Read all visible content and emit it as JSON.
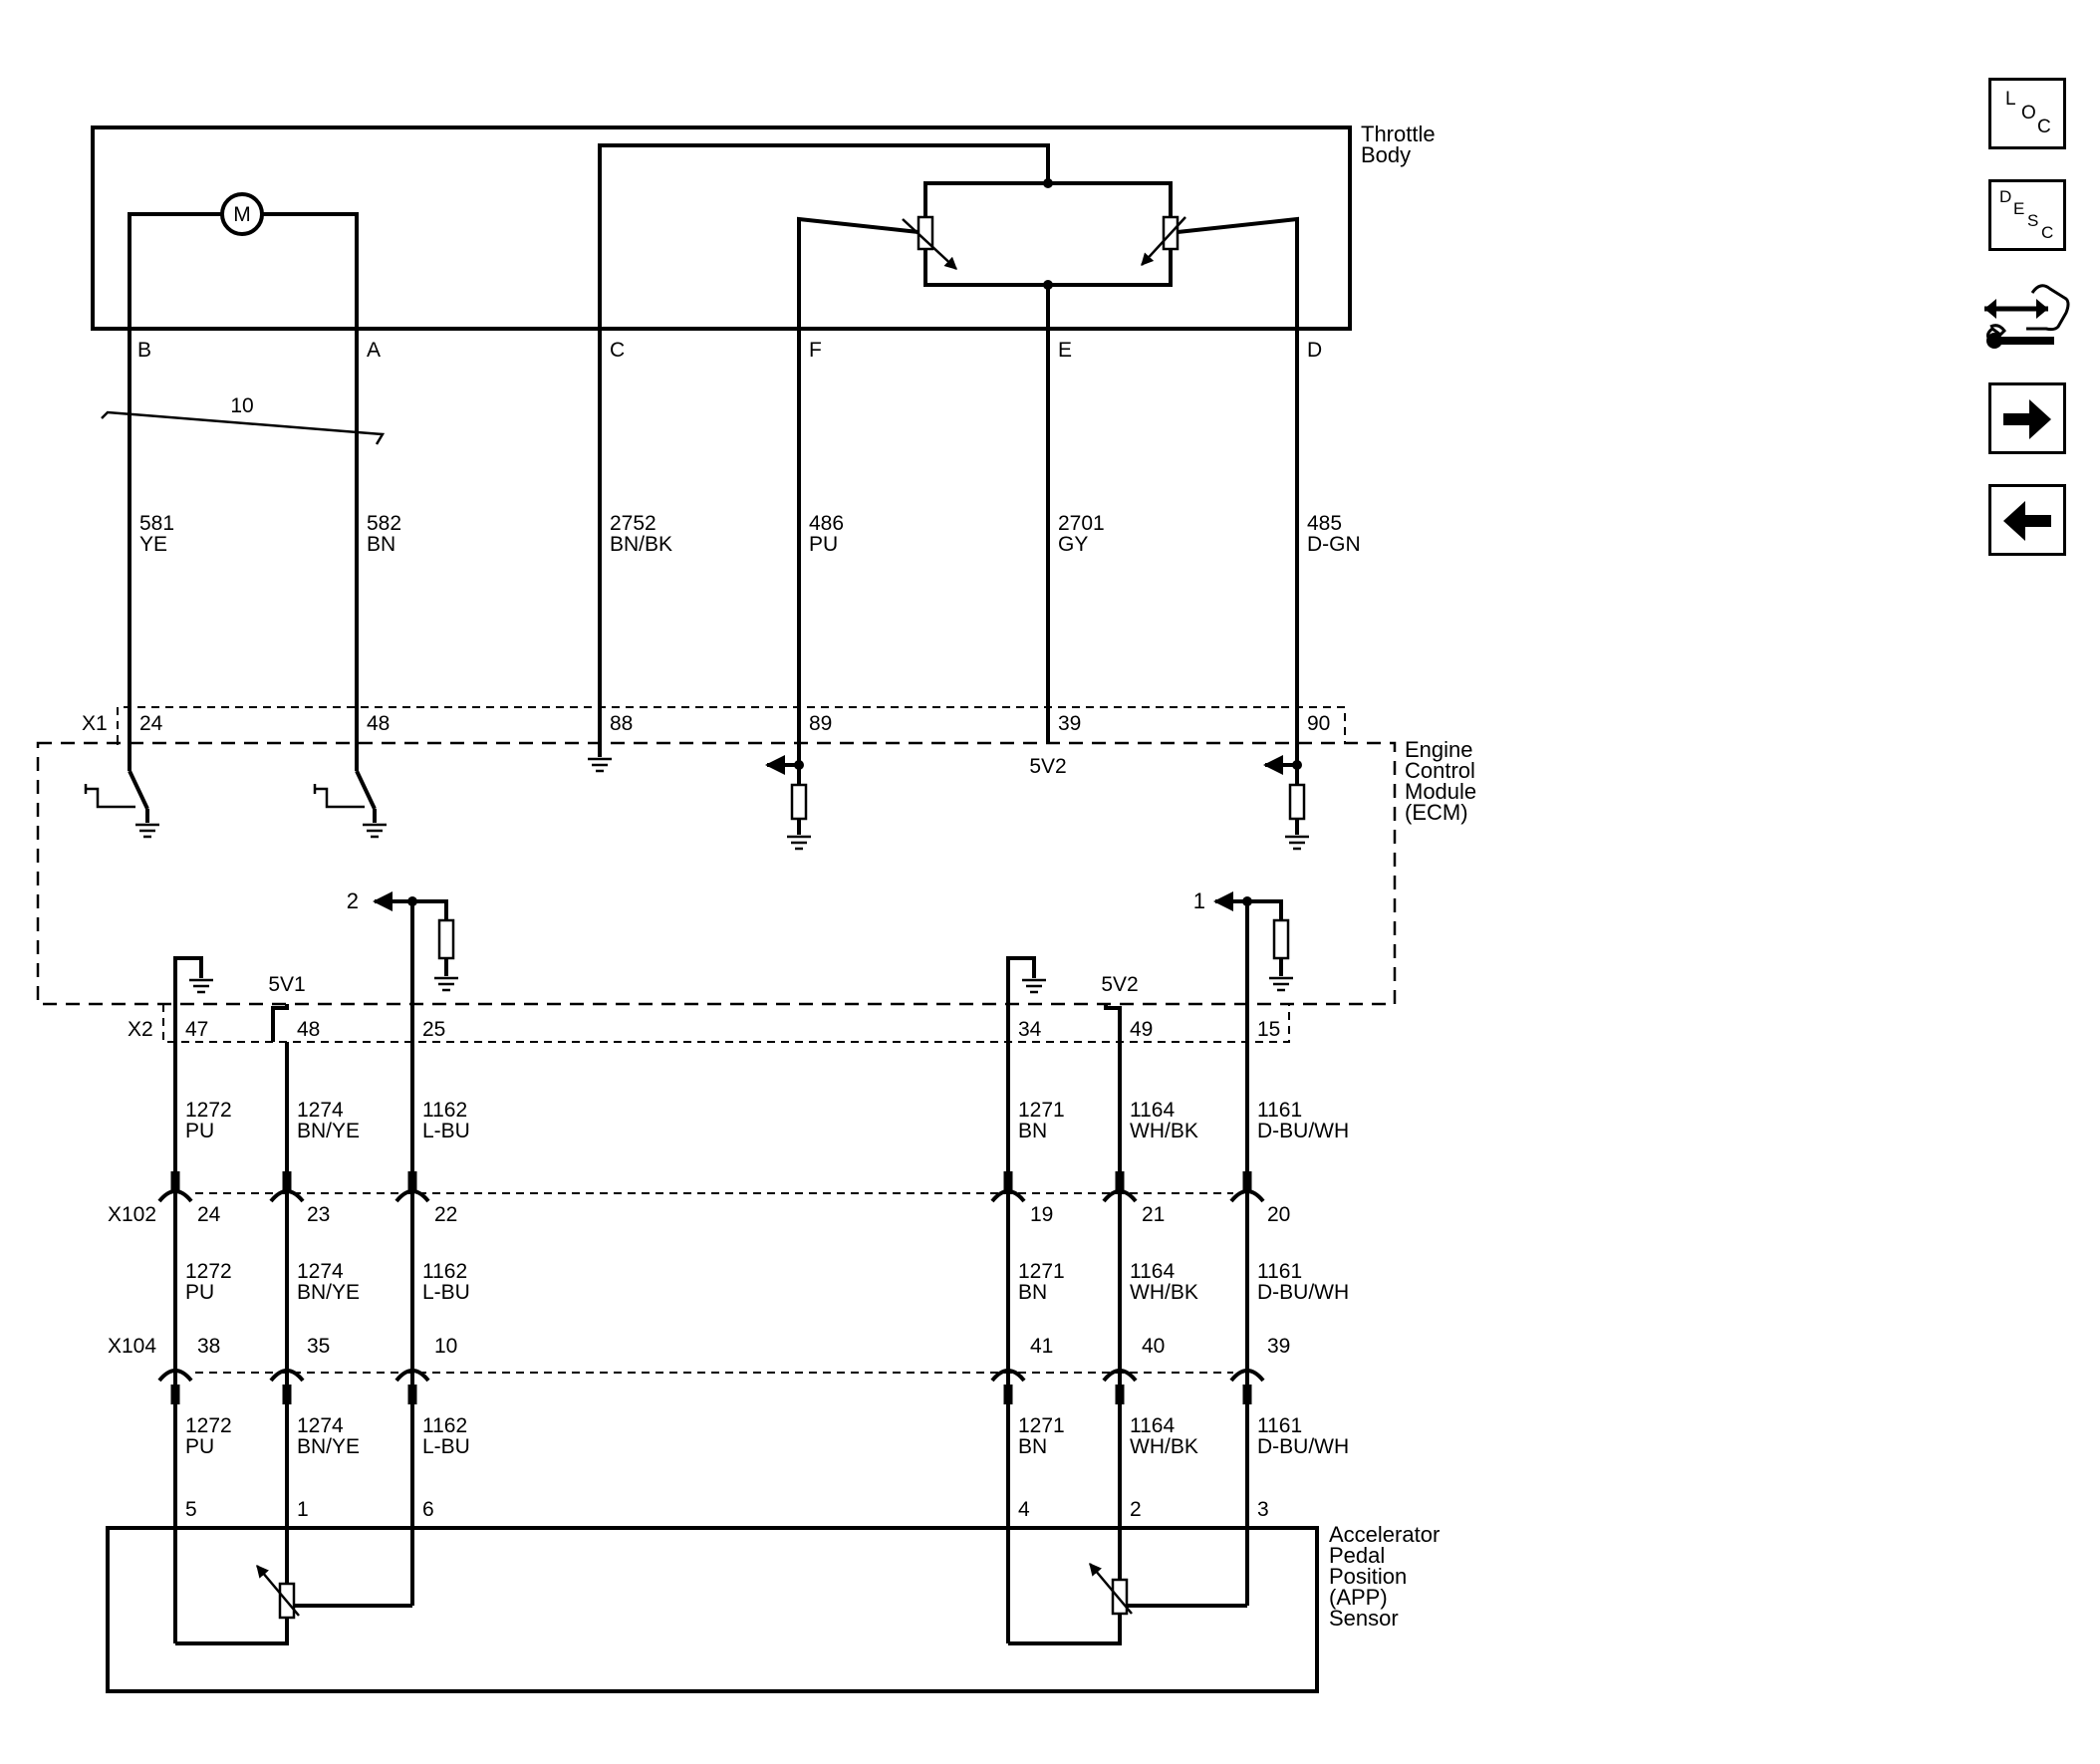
{
  "throttle_body": {
    "label": [
      "Throttle",
      "Body"
    ],
    "motor": "M",
    "pins": {
      "b": "B",
      "a": "A",
      "c": "C",
      "f": "F",
      "e": "E",
      "d": "D"
    }
  },
  "twisted_pair": "10",
  "circuits": {
    "c581": [
      "581",
      "YE"
    ],
    "c582": [
      "582",
      "BN"
    ],
    "c2752": [
      "2752",
      "BN/BK"
    ],
    "c486": [
      "486",
      "PU"
    ],
    "c2701": [
      "2701",
      "GY"
    ],
    "c485": [
      "485",
      "D-GN"
    ]
  },
  "ecm": {
    "label": [
      "Engine",
      "Control",
      "Module",
      "(ECM)"
    ],
    "x1": {
      "name": "X1",
      "pins": [
        "24",
        "48",
        "88",
        "89",
        "39",
        "90"
      ]
    },
    "x2": {
      "name": "X2",
      "pins": [
        "47",
        "48",
        "25",
        "34",
        "49",
        "15"
      ]
    },
    "ref_top": "5V2",
    "ref_5v1": "5V1",
    "ref_5v2": "5V2",
    "arrow_left": "2",
    "arrow_right": "1"
  },
  "app_circuits": {
    "c1272": [
      "1272",
      "PU"
    ],
    "c1274": [
      "1274",
      "BN/YE"
    ],
    "c1162": [
      "1162",
      "L-BU"
    ],
    "c1271": [
      "1271",
      "BN"
    ],
    "c1164": [
      "1164",
      "WH/BK"
    ],
    "c1161": [
      "1161",
      "D-BU/WH"
    ]
  },
  "x102": {
    "name": "X102",
    "pins": [
      "24",
      "23",
      "22",
      "19",
      "21",
      "20"
    ]
  },
  "x104": {
    "name": "X104",
    "pins": [
      "38",
      "35",
      "10",
      "41",
      "40",
      "39"
    ]
  },
  "app_sensor": {
    "label": [
      "Accelerator",
      "Pedal",
      "Position",
      "(APP)",
      "Sensor"
    ],
    "pins": [
      "5",
      "1",
      "6",
      "4",
      "2",
      "3"
    ]
  },
  "nav": {
    "loc": {
      "letters": [
        "L",
        "O",
        "C"
      ]
    },
    "desc": {
      "letters": [
        "D",
        "E",
        "S",
        "C"
      ]
    },
    "connector_icon": "connector-view-icon",
    "next_icon": "arrow-right-icon",
    "prev_icon": "arrow-left-icon"
  }
}
